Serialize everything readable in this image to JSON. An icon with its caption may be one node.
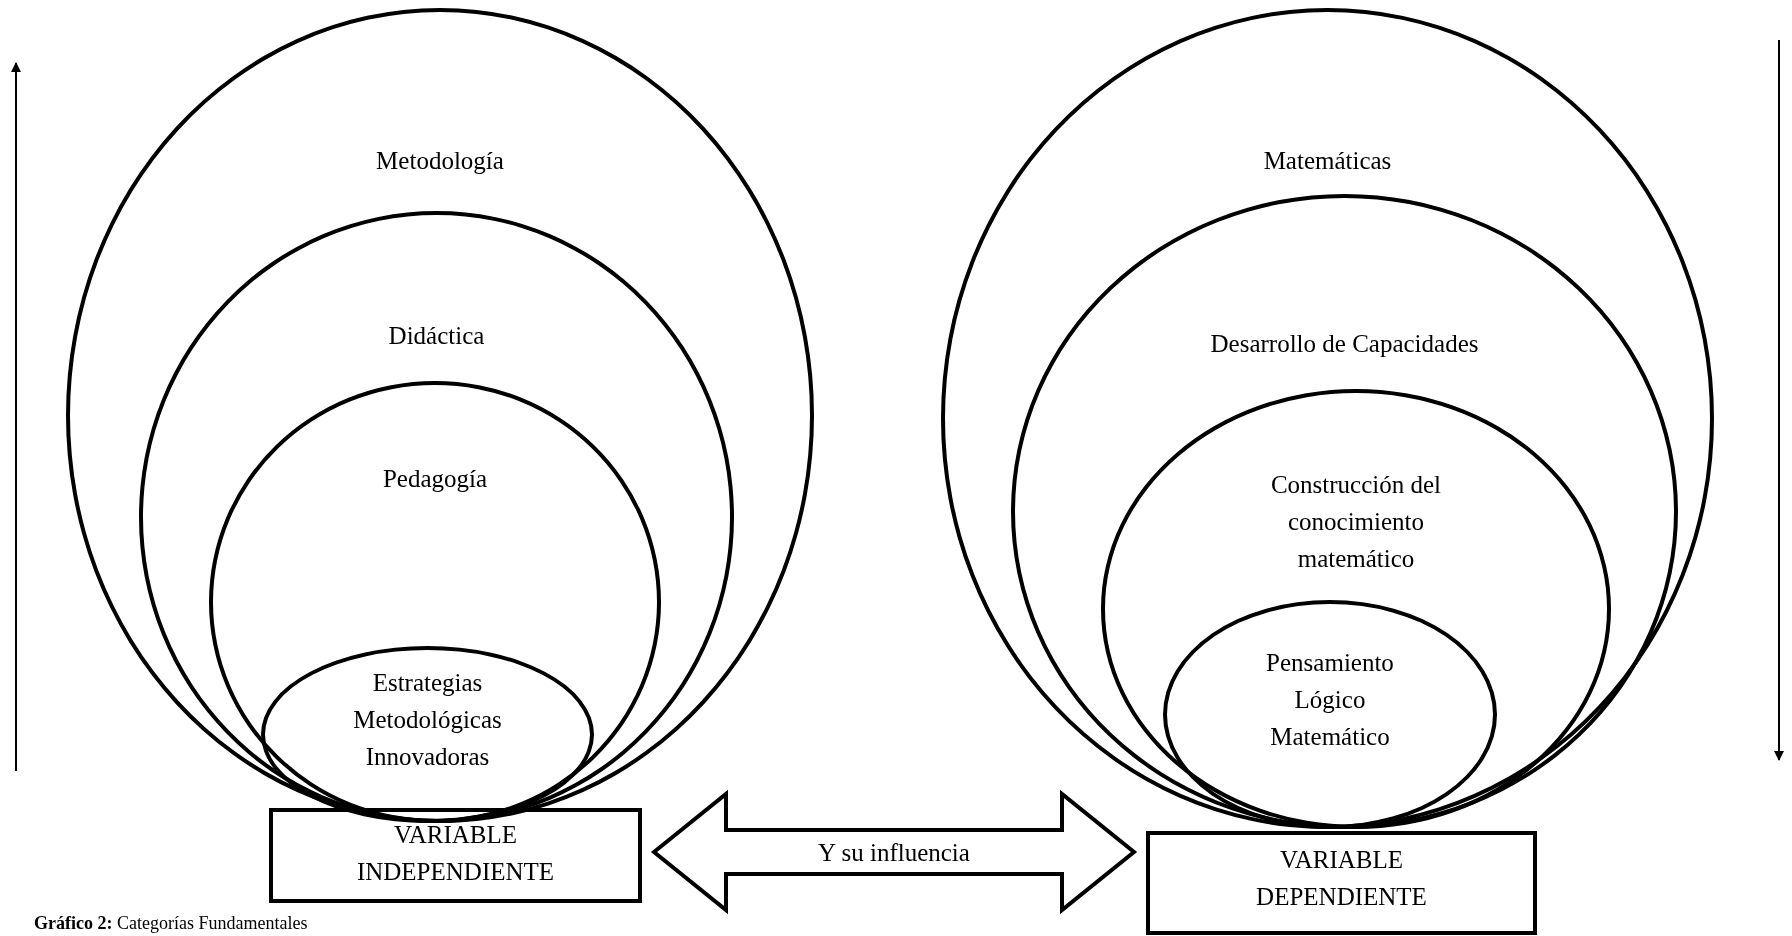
{
  "diagram": {
    "caption": "**Gráfico 2:** Categorías Fundamentales",
    "nodes": [
      {
        "text": [
          "Metodología"
        ]
      },
      {
        "text": [
          "Didáctica"
        ],
        "in": 0
      },
      {
        "text": [
          "Pedagogía"
        ],
        "in": 1
      },
      {
        "text": [
          "Estrategias Metodológicas Innovadoras"
        ],
        "in": 2
      },
      {
        "text": [
          "VARIABLE INDEPENDIENTE"
        ]
      },
      {
        "text": [
          "Matemáticas"
        ]
      },
      {
        "text": [
          "Desarrollo de Capacidades"
        ],
        "in": 5
      },
      {
        "text": [
          "Construcción del conocimiento matemático"
        ],
        "in": 6
      },
      {
        "text": [
          "Pensamiento Lógico Matemático"
        ],
        "in": 7
      },
      {
        "text": [
          "VARIABLE DEPENDIENTE"
        ]
      }
    ],
    "edges": [
      {
        "from": 4,
        "to": 9,
        "arrow": "both",
        "label": "Y su influencia"
      }
    ]
  }
}
